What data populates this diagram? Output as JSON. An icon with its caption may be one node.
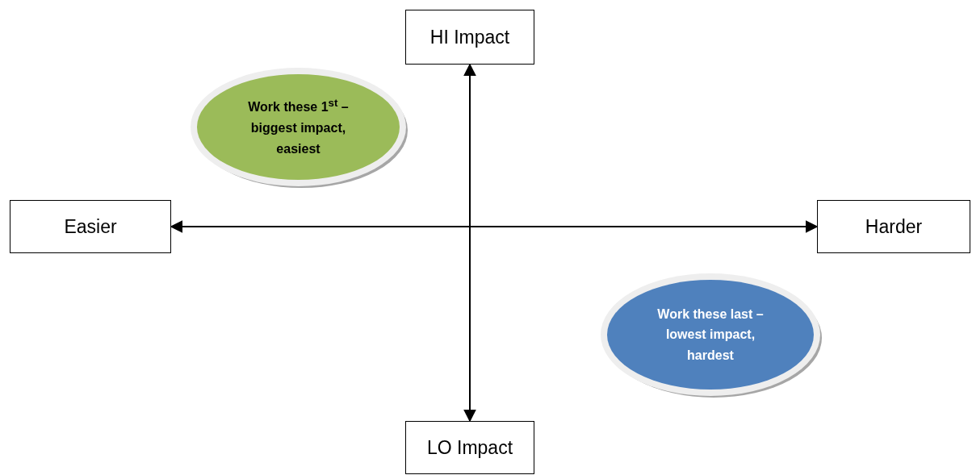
{
  "diagram": {
    "nodes": [
      {
        "text": [
          "HI Impact"
        ]
      },
      {
        "text": [
          "Work these 1$^{st}$ – biggest impact, easiest"
        ]
      },
      {
        "text": [
          "Easier"
        ]
      },
      {
        "text": [
          "Harder"
        ]
      },
      {
        "text": [
          "Work these last – lowest impact, hardest"
        ]
      },
      {
        "text": [
          "LO Impact"
        ]
      }
    ],
    "edges": [
      {
        "from": 0,
        "to": 5,
        "arrow": "both"
      },
      {
        "from": 2,
        "to": 3,
        "arrow": "both"
      }
    ]
  }
}
